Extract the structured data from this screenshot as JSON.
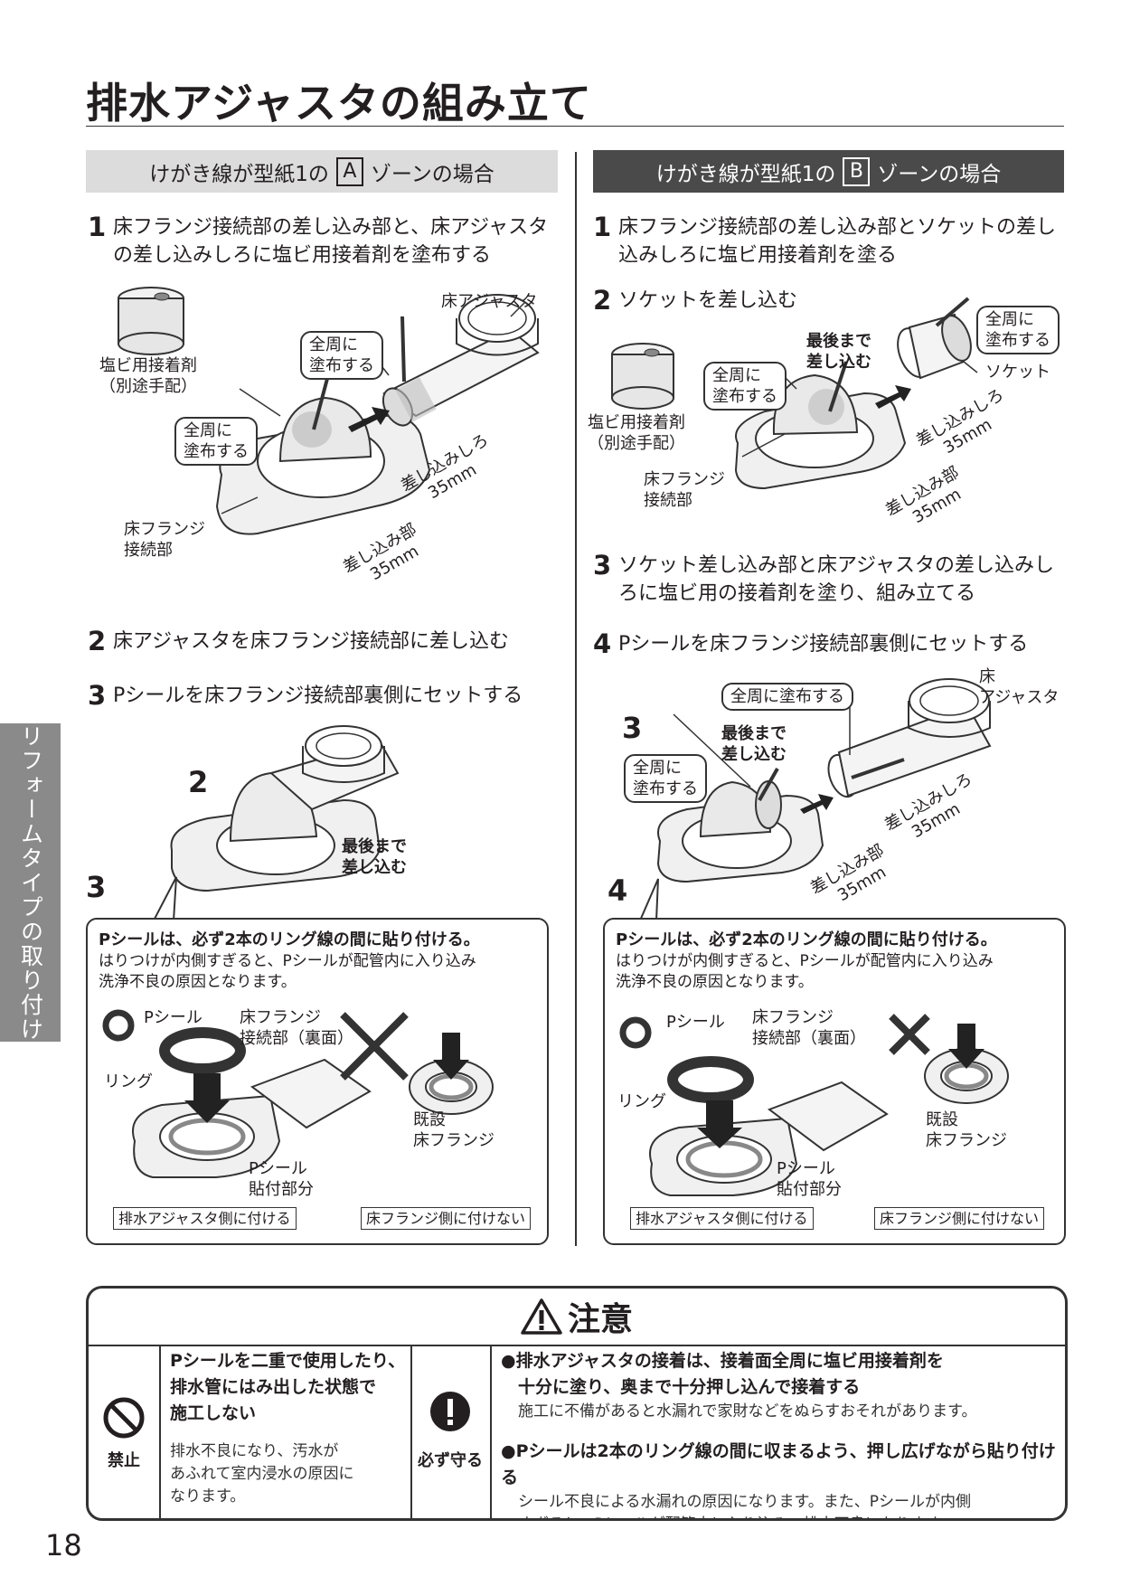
{
  "page_title": "排水アジャスタの組み立て",
  "zone_a": {
    "prefix": "けがき線が型紙1の",
    "letter": "A",
    "suffix": "ゾーンの場合"
  },
  "zone_b": {
    "prefix": "けがき線が型紙1の",
    "letter": "B",
    "suffix": "ゾーンの場合"
  },
  "left": {
    "steps": [
      {
        "num": "1",
        "text": "床フランジ接続部の差し込み部と、床アジャスタの差し込みしろに塩ビ用接着剤を塗布する"
      },
      {
        "num": "2",
        "text": "床アジャスタを床フランジ接続部に差し込む"
      },
      {
        "num": "3",
        "text": "Pシールを床フランジ接続部裏側にセットする"
      }
    ],
    "fig1": {
      "adhesive": "塩ビ用接着剤",
      "adhesive_note": "（別途手配）",
      "adjuster": "床アジャスタ",
      "apply_all_1": "全周に",
      "apply_all_2": "塗布する",
      "insert_margin": "差し込みしろ",
      "insert_margin_len": "35mm",
      "flange_1": "床フランジ",
      "flange_2": "接続部",
      "insert_part": "差し込み部",
      "insert_part_len": "35mm"
    },
    "fig2": {
      "label2": "2",
      "label3": "3",
      "push_1": "最後まで",
      "push_2": "差し込む"
    },
    "info": {
      "header": "Pシールは、必ず2本のリング線の間に貼り付ける。",
      "sub_1": "はりつけが内側すぎると、Pシールが配管内に入り込み",
      "sub_2": "洗浄不良の原因となります。",
      "p_seal": "Pシール",
      "flange_back_1": "床フランジ",
      "flange_back_2": "接続部（裏面）",
      "ring": "リング",
      "seal_part_1": "Pシール",
      "seal_part_2": "貼付部分",
      "existing_1": "既設",
      "existing_2": "床フランジ",
      "tag_ok": "排水アジャスタ側に付ける",
      "tag_ng": "床フランジ側に付けない"
    }
  },
  "right": {
    "steps": [
      {
        "num": "1",
        "text": "床フランジ接続部の差し込み部とソケットの差し込みしろに塩ビ用接着剤を塗る"
      },
      {
        "num": "2",
        "text": "ソケットを差し込む"
      },
      {
        "num": "3",
        "text": "ソケット差し込み部と床アジャスタの差し込みしろに塩ビ用の接着剤を塗り、組み立てる"
      },
      {
        "num": "4",
        "text": "Pシールを床フランジ接続部裏側にセットする"
      }
    ],
    "fig1": {
      "adhesive": "塩ビ用接着剤",
      "adhesive_note": "（別途手配）",
      "push_1": "最後まで",
      "push_2": "差し込む",
      "apply_all_1": "全周に",
      "apply_all_2": "塗布する",
      "socket": "ソケット",
      "insert_margin": "差し込みしろ",
      "insert_margin_len": "35mm",
      "flange_1": "床フランジ",
      "flange_2": "接続部",
      "insert_part": "差し込み部",
      "insert_part_len": "35mm"
    },
    "fig2": {
      "apply_all_full": "全周に塗布する",
      "adjuster_1": "床",
      "adjuster_2": "アジャスタ",
      "label3": "3",
      "label4": "4",
      "push_1": "最後まで",
      "push_2": "差し込む",
      "apply_all_1": "全周に",
      "apply_all_2": "塗布する",
      "insert_margin": "差し込みしろ",
      "insert_margin_len": "35mm",
      "insert_part": "差し込み部",
      "insert_part_len": "35mm"
    },
    "info": {
      "header": "Pシールは、必ず2本のリング線の間に貼り付ける。",
      "sub_1": "はりつけが内側すぎると、Pシールが配管内に入り込み",
      "sub_2": "洗浄不良の原因となります。",
      "p_seal": "Pシール",
      "flange_back_1": "床フランジ",
      "flange_back_2": "接続部（裏面）",
      "ring": "リング",
      "seal_part_1": "Pシール",
      "seal_part_2": "貼付部分",
      "existing_1": "既設",
      "existing_2": "床フランジ",
      "tag_ok": "排水アジャスタ側に付ける",
      "tag_ng": "床フランジ側に付けない"
    }
  },
  "side_tab": "リフォームタイプの取り付け",
  "caution": {
    "title": "注意",
    "prohibit_label": "禁止",
    "prohibit_bold_1": "Pシールを二重で使用したり、",
    "prohibit_bold_2": "排水管にはみ出した状態で",
    "prohibit_bold_3": "施工しない",
    "prohibit_text_1": "排水不良になり、汚水が",
    "prohibit_text_2": "あふれて室内浸水の原因に",
    "prohibit_text_3": "なります。",
    "must_label": "必ず守る",
    "must_1_bold_1": "●排水アジャスタの接着は、接着面全周に塩ビ用接着剤を",
    "must_1_bold_2": "十分に塗り、奥まで十分押し込んで接着する",
    "must_1_text": "施工に不備があると水漏れで家財などをぬらすおそれがあります。",
    "must_2_bold": "●Pシールは2本のリング線の間に収まるよう、押し広げながら貼り付ける",
    "must_2_text_1": "シール不良による水漏れの原因になります。また、Pシールが内側",
    "must_2_text_2": "すぎると、Pシールが配管内に入り込み、排水不良になります。"
  },
  "page_number": "18"
}
